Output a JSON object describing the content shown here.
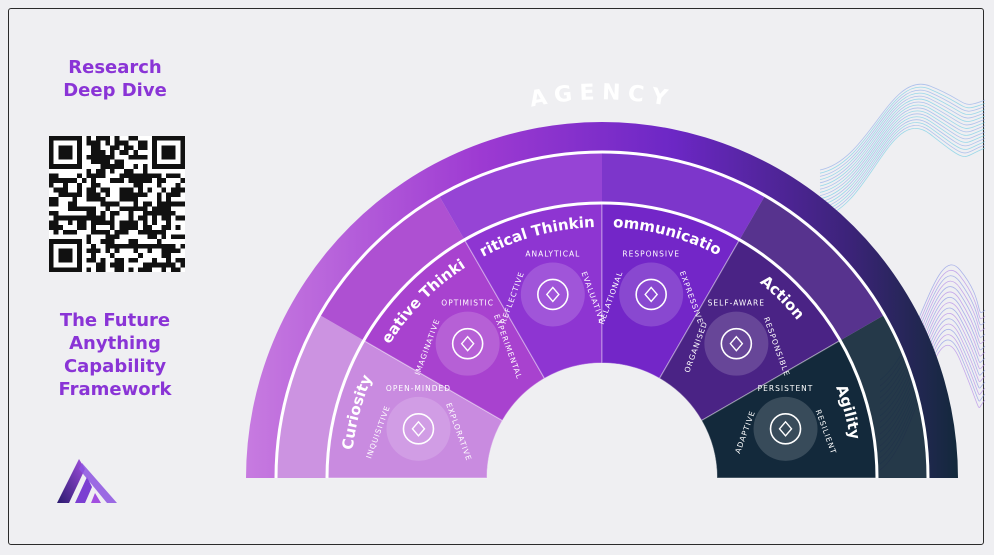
{
  "left_panel": {
    "heading": "Research Deep Dive",
    "heading_lines": [
      "Research",
      "Deep Dive"
    ],
    "framework_title": "The Future Anything Capability Framework",
    "framework_lines": [
      "The Future",
      "Anything",
      "Capability",
      "Framework"
    ]
  },
  "diagram": {
    "banner": "AGENCY",
    "segments": [
      {
        "name": "Curiosity",
        "traits": [
          "OPEN-MINDED",
          "EXPLORATIVE",
          "INQUISITIVE"
        ],
        "icon": "finger-lightbulb-icon"
      },
      {
        "name": "Creative Thinking",
        "traits": [
          "OPTIMISTIC",
          "EXPERIMENTAL",
          "IMAGINATIVE"
        ],
        "icon": "box-lightbulb-icon"
      },
      {
        "name": "Critical Thinking",
        "traits": [
          "ANALYTICAL",
          "EVALUATIVE",
          "REFLECTIVE"
        ],
        "icon": "gear-chat-icon"
      },
      {
        "name": "Communication",
        "traits": [
          "RESPONSIVE",
          "EXPRESSIVE",
          "RELATIONAL"
        ],
        "icon": "speech-bubbles-icon"
      },
      {
        "name": "Action",
        "traits": [
          "SELF-AWARE",
          "RESPONSIBLE",
          "ORGANISED"
        ],
        "icon": "rocket-icon"
      },
      {
        "name": "Agility",
        "traits": [
          "PERSISTENT",
          "RESILIENT",
          "ADAPTIVE"
        ],
        "icon": "signpost-icon"
      }
    ]
  },
  "colors": {
    "accent_purple": "#8a34d6",
    "curiosity": "#c98be0",
    "creative_thinking": "#a842cf",
    "critical_thinking": "#8e35d2",
    "communication": "#7326c8",
    "action": "#4a2385",
    "agility": "#13293b",
    "background": "#efeff2"
  }
}
